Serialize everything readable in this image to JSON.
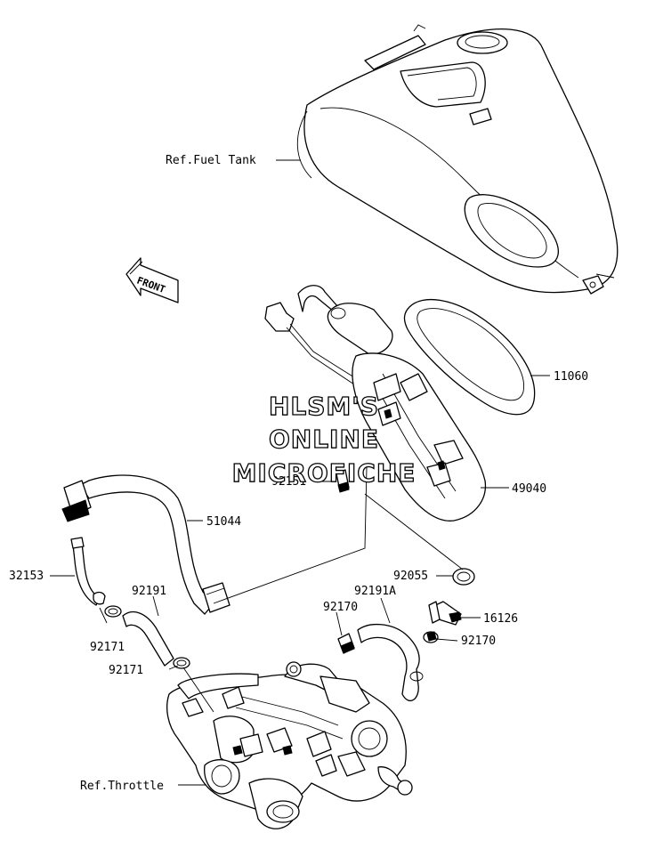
{
  "diagram": {
    "refs": {
      "fuel_tank": "Ref.Fuel Tank",
      "throttle": "Ref.Throttle"
    },
    "front_arrow": "FRONT",
    "watermark": [
      "HLSM'S",
      "ONLINE",
      "MICROFICHE"
    ],
    "parts": {
      "p11060": "11060",
      "p49040": "49040",
      "p92151": "92151",
      "p51044": "51044",
      "p32153": "32153",
      "p92191": "92191",
      "p92055": "92055",
      "p92191A": "92191A",
      "p92170a": "92170",
      "p16126": "16126",
      "p92170b": "92170",
      "p92171a": "92171",
      "p92171b": "92171"
    }
  }
}
